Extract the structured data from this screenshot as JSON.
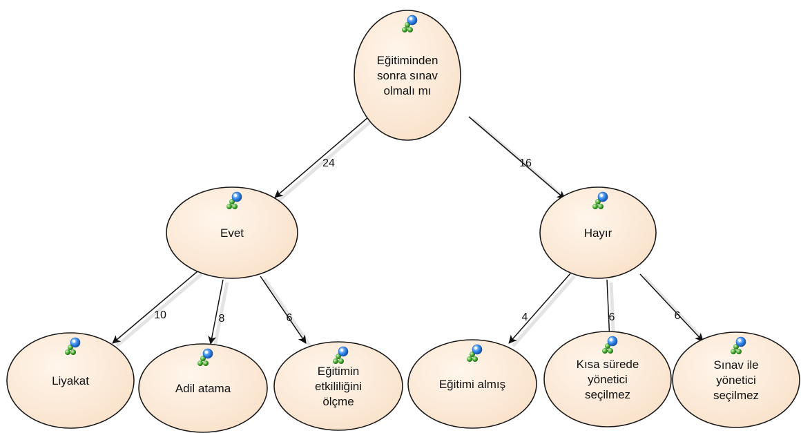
{
  "diagram": {
    "nodes": [
      {
        "id": "root",
        "label_lines": [
          "Eğitiminden",
          "sonra sınav",
          "olmalı mı"
        ]
      },
      {
        "id": "evet",
        "label_lines": [
          "Evet"
        ]
      },
      {
        "id": "hayir",
        "label_lines": [
          "Hayır"
        ]
      },
      {
        "id": "liyakat",
        "label_lines": [
          "Liyakat"
        ]
      },
      {
        "id": "adil-atama",
        "label_lines": [
          "Adil atama"
        ]
      },
      {
        "id": "egitimin-etkililigini",
        "label_lines": [
          "Eğitimin",
          "etkililiğini",
          "ölçme"
        ]
      },
      {
        "id": "egitimi-almis",
        "label_lines": [
          "Eğitimi almış"
        ]
      },
      {
        "id": "kisa-surede",
        "label_lines": [
          "Kısa sürede",
          "yönetici",
          "seçilmez"
        ]
      },
      {
        "id": "sinav-ile",
        "label_lines": [
          "Sınav ile",
          "yönetici",
          "seçilmez"
        ]
      }
    ],
    "edges": [
      {
        "from": "root",
        "to": "evet",
        "label": "24"
      },
      {
        "from": "root",
        "to": "hayir",
        "label": "16"
      },
      {
        "from": "evet",
        "to": "liyakat",
        "label": "10"
      },
      {
        "from": "evet",
        "to": "adil-atama",
        "label": "8"
      },
      {
        "from": "evet",
        "to": "egitimin-etkililigini",
        "label": "6"
      },
      {
        "from": "hayir",
        "to": "egitimi-almis",
        "label": "4"
      },
      {
        "from": "hayir",
        "to": "kisa-surede",
        "label": "6"
      },
      {
        "from": "hayir",
        "to": "sinav-ile",
        "label": "6"
      }
    ],
    "colors": {
      "node_fill": "#fbe6d2",
      "node_stroke": "#1a1a1a",
      "edge": "#111111",
      "icon_blue": "#2f86e6",
      "icon_green": "#3a9a2a"
    },
    "node_icon": "blue-green-spheres-icon"
  }
}
